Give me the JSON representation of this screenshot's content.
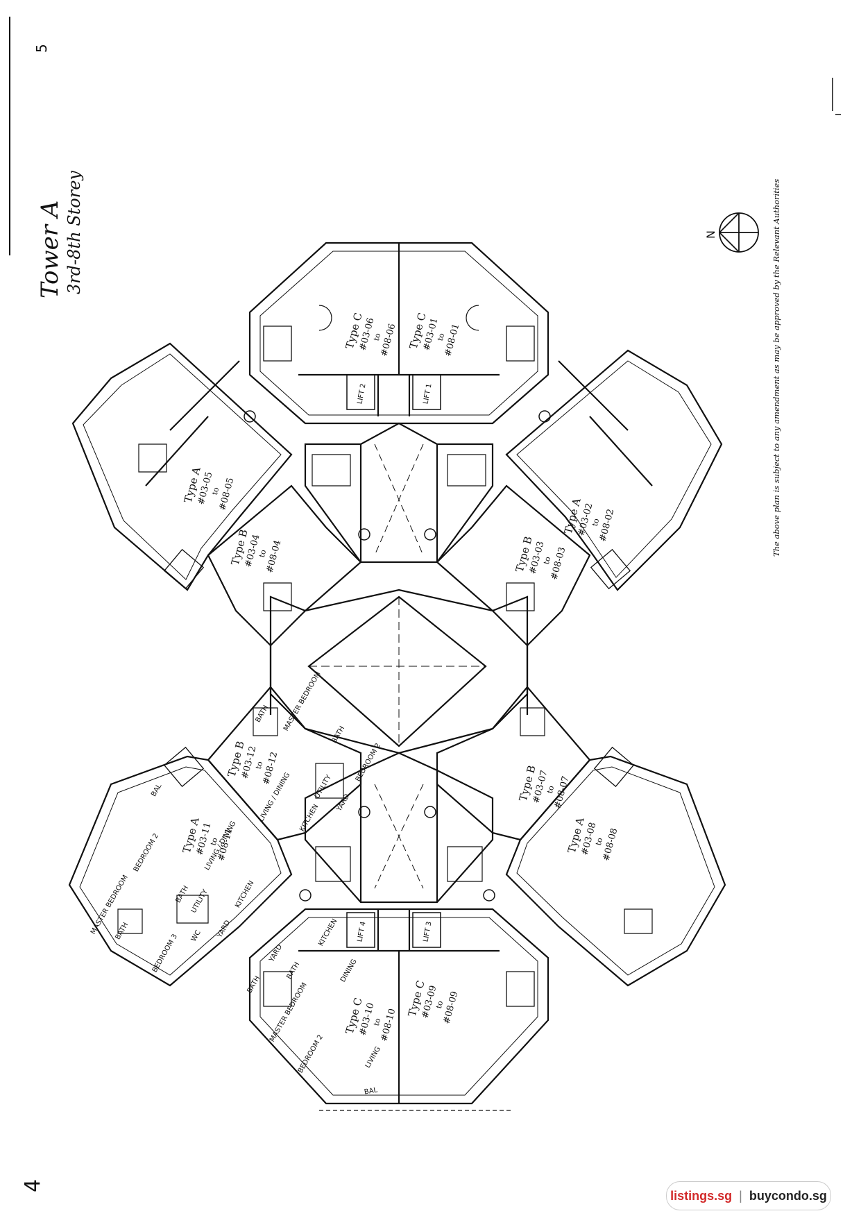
{
  "title": {
    "tower": "Tower A",
    "storey": "3rd-8th Storey"
  },
  "page_numbers": {
    "top": "5",
    "bottom": "4"
  },
  "north_label": "N",
  "disclaimer": "The above plan is subject to any amendment as may be approved by the Relevant Authorities",
  "watermark": {
    "site_a": "listings.sg",
    "separator": "|",
    "site_b": "buycondo.sg"
  },
  "units": [
    {
      "type": "Type C",
      "from": "#03-06",
      "to_word": "to",
      "to": "#08-06"
    },
    {
      "type": "Type C",
      "from": "#03-01",
      "to_word": "to",
      "to": "#08-01"
    },
    {
      "type": "Type A",
      "from": "#03-05",
      "to_word": "to",
      "to": "#08-05"
    },
    {
      "type": "Type B",
      "from": "#03-04",
      "to_word": "to",
      "to": "#08-04"
    },
    {
      "type": "Type A",
      "from": "#03-02",
      "to_word": "to",
      "to": "#08-02"
    },
    {
      "type": "Type B",
      "from": "#03-03",
      "to_word": "to",
      "to": "#08-03"
    },
    {
      "type": "Type B",
      "from": "#03-12",
      "to_word": "to",
      "to": "#08-12"
    },
    {
      "type": "Type A",
      "from": "#03-11",
      "to_word": "to",
      "to": "#08-11"
    },
    {
      "type": "Type B",
      "from": "#03-07",
      "to_word": "to",
      "to": "#08-07"
    },
    {
      "type": "Type A",
      "from": "#03-08",
      "to_word": "to",
      "to": "#08-08"
    },
    {
      "type": "Type C",
      "from": "#03-10",
      "to_word": "to",
      "to": "#08-10"
    },
    {
      "type": "Type C",
      "from": "#03-09",
      "to_word": "to",
      "to": "#08-09"
    }
  ],
  "lifts": [
    "LIFT 2",
    "LIFT 1",
    "LIFT 4",
    "LIFT 3"
  ],
  "rooms": {
    "master_bedroom": "MASTER BEDROOM",
    "bedroom_2": "BEDROOM 2",
    "bedroom_3": "BEDROOM 3",
    "bath": "BATH",
    "utility": "UTILITY",
    "yard": "YARD",
    "kitchen": "KITCHEN",
    "living_dining": "LIVING / DINING",
    "dining": "DINING",
    "living": "LIVING",
    "bal": "BAL",
    "wc": "WC"
  }
}
